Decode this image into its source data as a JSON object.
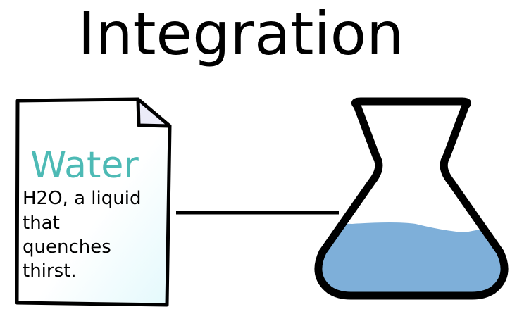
{
  "title": "Integration",
  "document": {
    "heading": "Water",
    "lines": [
      "H2O, a liquid",
      "that",
      "quenches",
      "thirst."
    ],
    "icon": "document-icon"
  },
  "connector": {
    "icon": "line-connector"
  },
  "flask": {
    "icon": "flask-icon",
    "liquid_color": "#7eafd9"
  },
  "colors": {
    "heading_teal": "#4dbab5",
    "page_fill_tint": "#e3f9fc",
    "fold_fill": "#ebebf8",
    "outline": "#000000"
  }
}
